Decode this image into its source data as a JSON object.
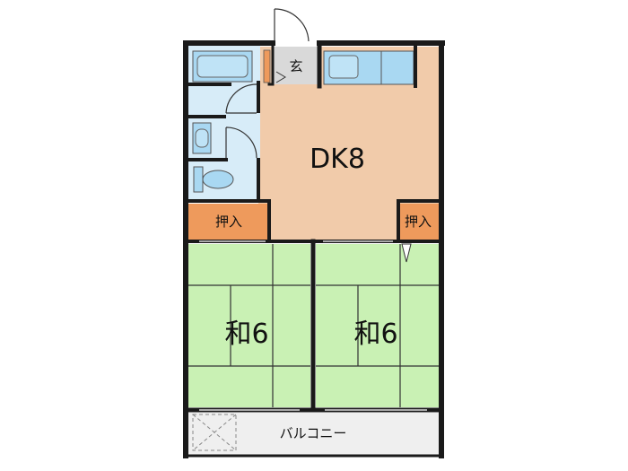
{
  "rooms": {
    "entrance": "玄",
    "dining_kitchen": "DK8",
    "closet_left": "押入",
    "closet_right": "押入",
    "washitsu_left": "和6",
    "washitsu_right": "和6",
    "balcony": "バルコニー"
  },
  "colors": {
    "wall": "#1a1a1a",
    "dk_floor": "#f1cbaa",
    "tatami": "#c9f1b4",
    "closet": "#ee9a5c",
    "wet_area": "#d7ecf8",
    "fixture": "#a9d8f2",
    "entrance_floor": "#d9d9d9",
    "balcony_floor": "#efefef"
  }
}
